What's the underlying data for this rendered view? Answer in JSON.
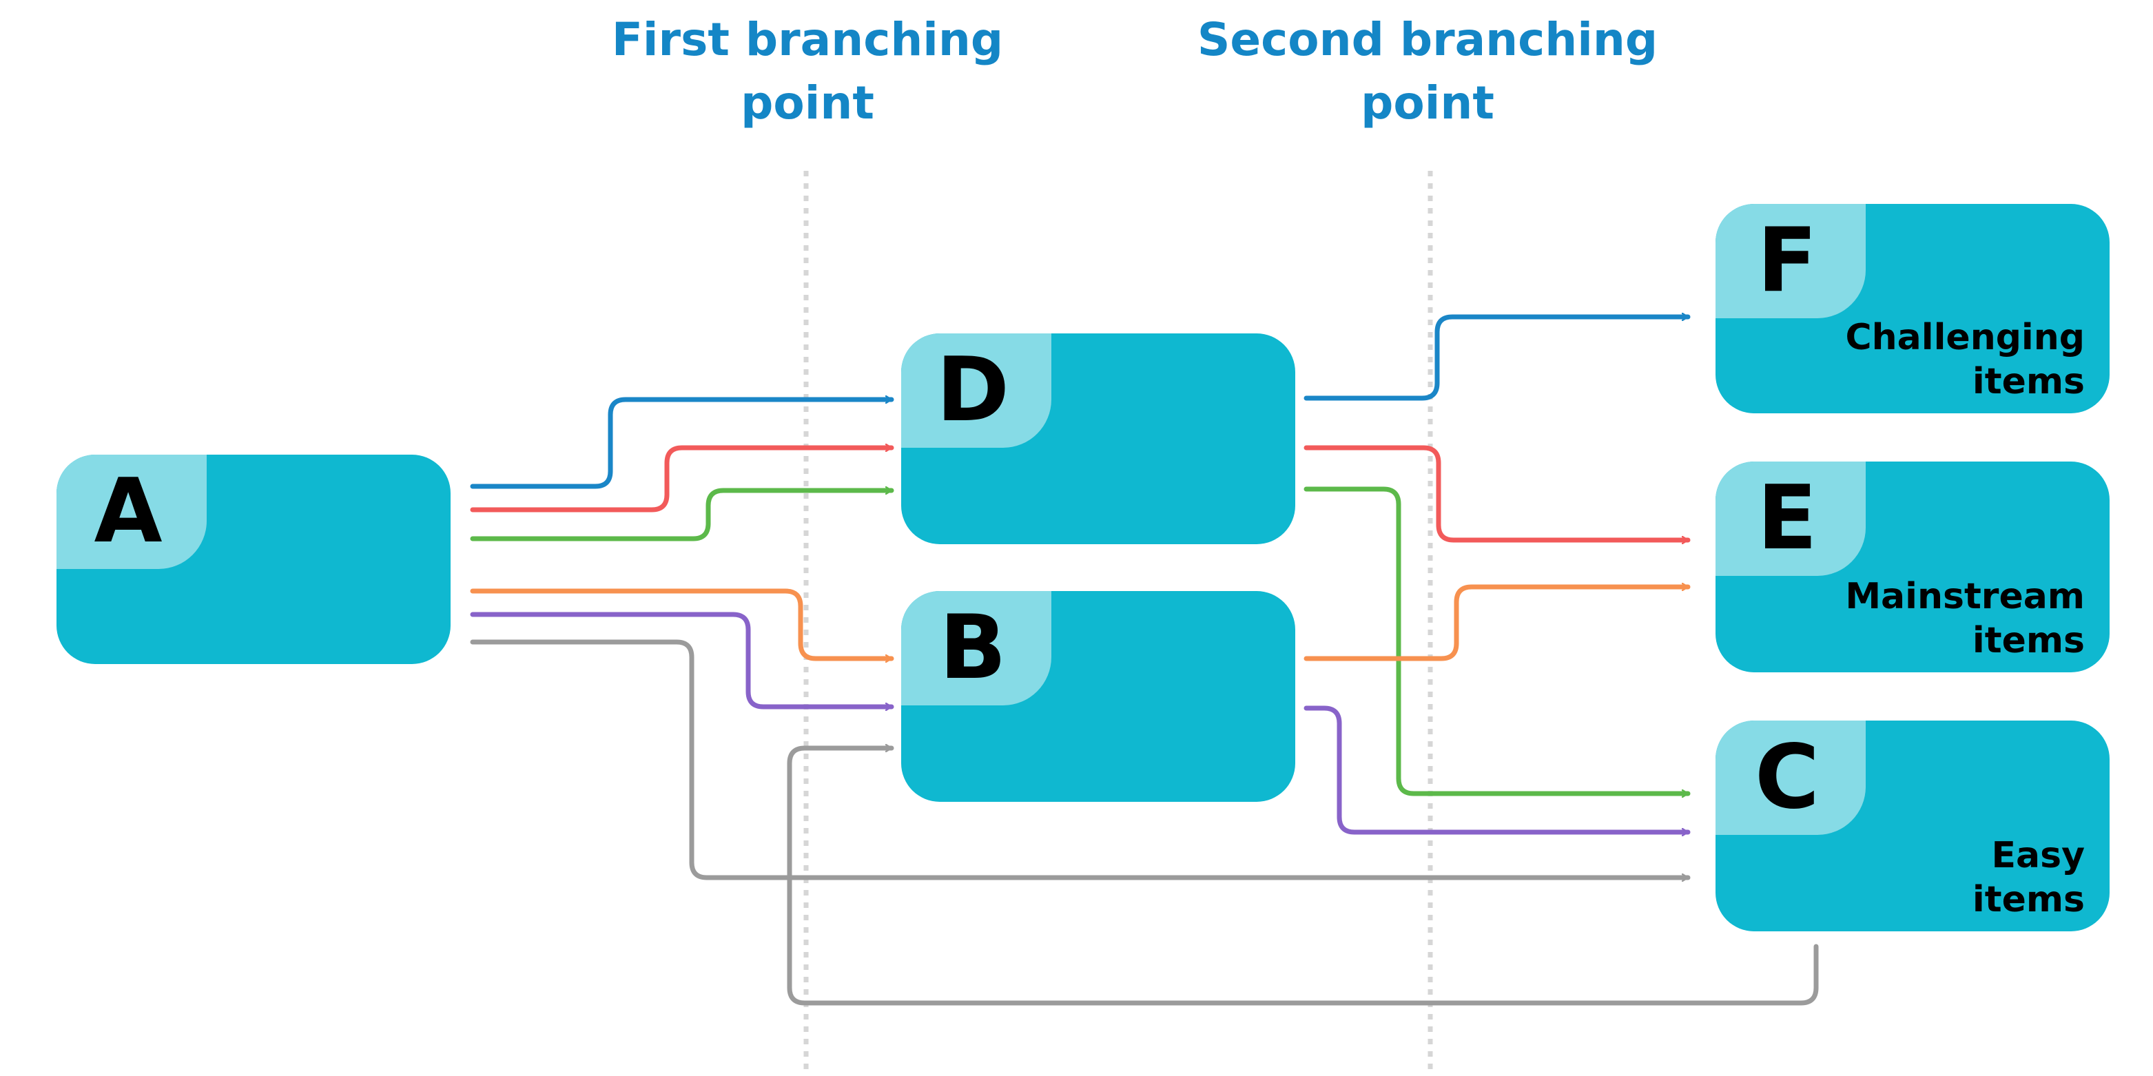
{
  "headings": {
    "first": [
      "First branching",
      "point"
    ],
    "second": [
      "Second branching",
      "point"
    ]
  },
  "boxes": {
    "a": {
      "letter": "A"
    },
    "d": {
      "letter": "D"
    },
    "b": {
      "letter": "B"
    },
    "f": {
      "letter": "F",
      "caption": [
        "Challenging",
        "items"
      ]
    },
    "e": {
      "letter": "E",
      "caption": [
        "Mainstream",
        "items"
      ]
    },
    "c": {
      "letter": "C",
      "caption": [
        "Easy",
        "items"
      ]
    }
  },
  "colors": {
    "box_fill": "#0fb8d0",
    "box_tab": "#86dbe6",
    "heading": "#1486c6",
    "divider": "#d6d6d6",
    "blue": "#1a86c7",
    "red": "#f25a5a",
    "green": "#5cb94a",
    "orange": "#f7914f",
    "purple": "#8863c9",
    "gray": "#9b9b9b"
  }
}
